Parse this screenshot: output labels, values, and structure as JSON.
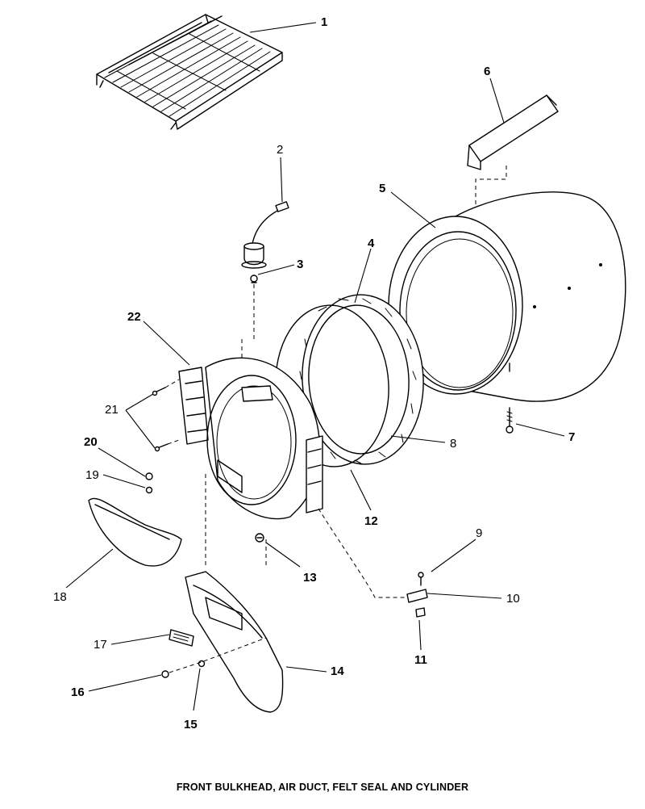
{
  "caption": "FRONT BULKHEAD, AIR DUCT, FELT SEAL AND CYLINDER",
  "callouts": [
    {
      "id": "1",
      "bold": true
    },
    {
      "id": "2",
      "bold": false
    },
    {
      "id": "3",
      "bold": true
    },
    {
      "id": "4",
      "bold": true
    },
    {
      "id": "5",
      "bold": true
    },
    {
      "id": "6",
      "bold": true
    },
    {
      "id": "7",
      "bold": true
    },
    {
      "id": "8",
      "bold": false
    },
    {
      "id": "9",
      "bold": false
    },
    {
      "id": "10",
      "bold": false
    },
    {
      "id": "11",
      "bold": true
    },
    {
      "id": "12",
      "bold": true
    },
    {
      "id": "13",
      "bold": true
    },
    {
      "id": "14",
      "bold": true
    },
    {
      "id": "15",
      "bold": true
    },
    {
      "id": "16",
      "bold": true
    },
    {
      "id": "17",
      "bold": false
    },
    {
      "id": "18",
      "bold": false
    },
    {
      "id": "19",
      "bold": false
    },
    {
      "id": "20",
      "bold": true
    },
    {
      "id": "21",
      "bold": false
    },
    {
      "id": "22",
      "bold": true
    }
  ]
}
